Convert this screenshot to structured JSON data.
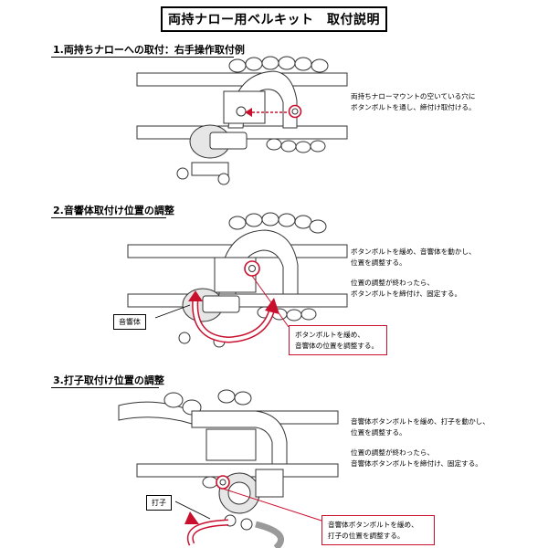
{
  "title": "両持ナロー用ベルキット　取付説明",
  "sections": [
    {
      "heading": "1.両持ちナローへの取付：右手操作取付例",
      "desc": [
        "両持ちナローマウントの空いている穴に",
        "ボタンボルトを通し、締付け取付ける。"
      ]
    },
    {
      "heading": "2.音響体取付け位置の調整",
      "desc": [
        "ボタンボルトを緩め、音響体を動かし、",
        "位置を調整する。",
        "位置の調整が終わったら、",
        "ボタンボルトを締付け、固定する。"
      ],
      "label": "音響体",
      "callout": [
        "ボタンボルトを緩め、",
        "音響体の位置を調整する。"
      ]
    },
    {
      "heading": "3.打子取付け位置の調整",
      "desc": [
        "音響体ボタンボルトを緩め、打子を動かし、",
        "位置を調整する。",
        "位置の調整が終わったら、",
        "音響体ボタンボルトを締付け、固定する。"
      ],
      "label": "打子",
      "callout": [
        "音響体ボタンボルトを緩め、",
        "打子の位置を調整する。"
      ]
    }
  ],
  "colors": {
    "accent": "#c8102e",
    "line": "#000000",
    "shade": "#9a9a9a"
  }
}
